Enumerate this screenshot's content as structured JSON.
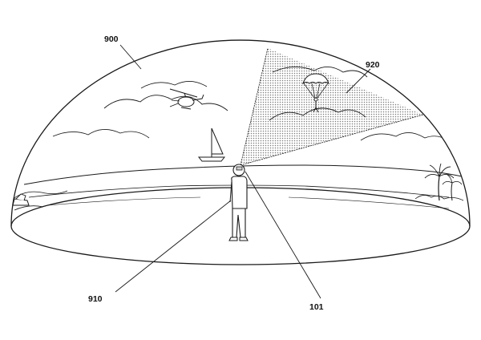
{
  "labels": {
    "dome": "900",
    "field_of_view": "920",
    "ground": "910",
    "user_device": "101"
  },
  "colors": {
    "line": "#1a1a1a",
    "fov_fill": "#d4d4d4",
    "background": "#ffffff"
  },
  "icons": {
    "helicopter": "helicopter-icon",
    "sailboat": "sailboat-icon",
    "parachute": "parachute-icon",
    "palm_tree": "palm-tree-icon",
    "boat": "boat-icon",
    "person": "person-icon"
  }
}
